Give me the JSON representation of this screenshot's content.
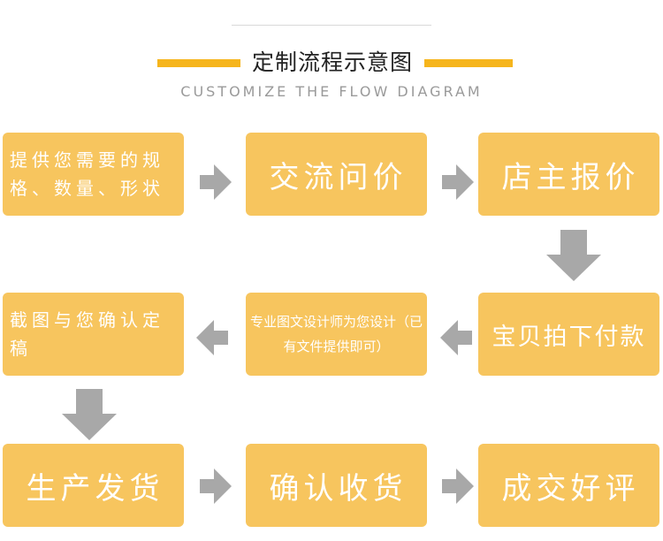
{
  "header": {
    "title": "定制流程示意图",
    "subtitle": "CUSTOMIZE THE FLOW DIAGRAM"
  },
  "steps": [
    {
      "label": "提供您需要的规格、数量、形状"
    },
    {
      "label": "交流问价"
    },
    {
      "label": "店主报价"
    },
    {
      "label": "宝贝拍下付款"
    },
    {
      "label": "专业图文设计师为您设计（已有文件提供即可）"
    },
    {
      "label": "截图与您确认定稿"
    },
    {
      "label": "生产发货"
    },
    {
      "label": "确认收货"
    },
    {
      "label": "成交好评"
    }
  ],
  "colors": {
    "box": "#f7c55e",
    "accent_bar": "#f6b51c",
    "arrow": "#a8a8a8",
    "box_text": "#ffffff"
  }
}
